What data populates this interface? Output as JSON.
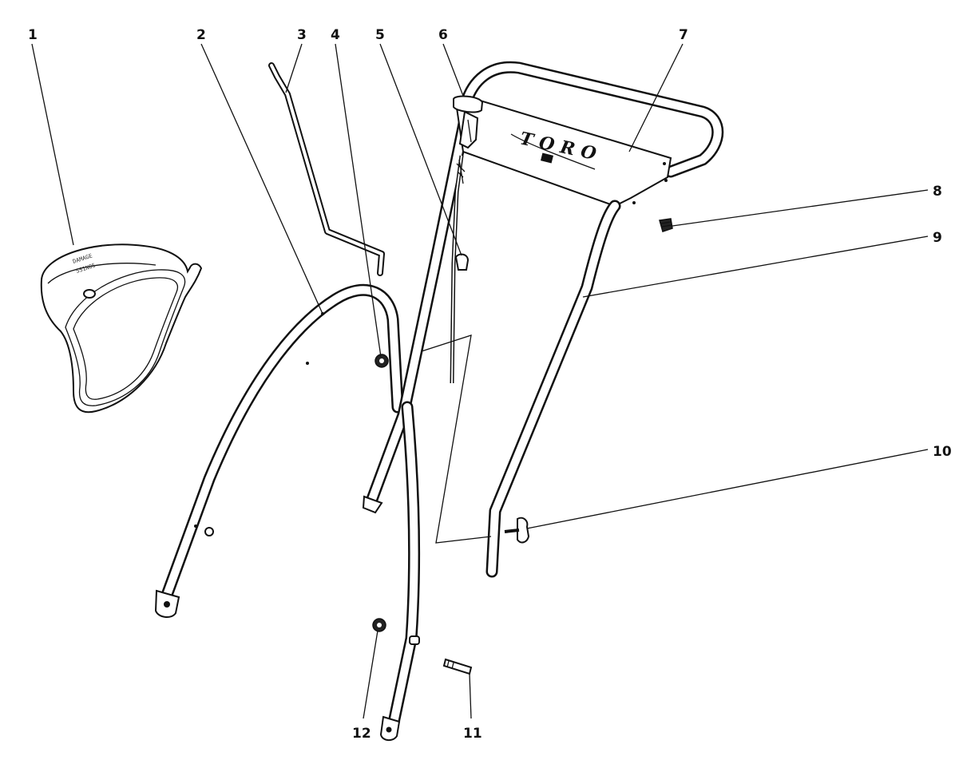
{
  "callouts": [
    "1",
    "2",
    "3",
    "4",
    "5",
    "6",
    "7",
    "8",
    "9",
    "10",
    "11",
    "12"
  ],
  "brand": "TORO",
  "grass_bag_stamp": [
    "DAMAGE",
    "SS1NO5"
  ]
}
